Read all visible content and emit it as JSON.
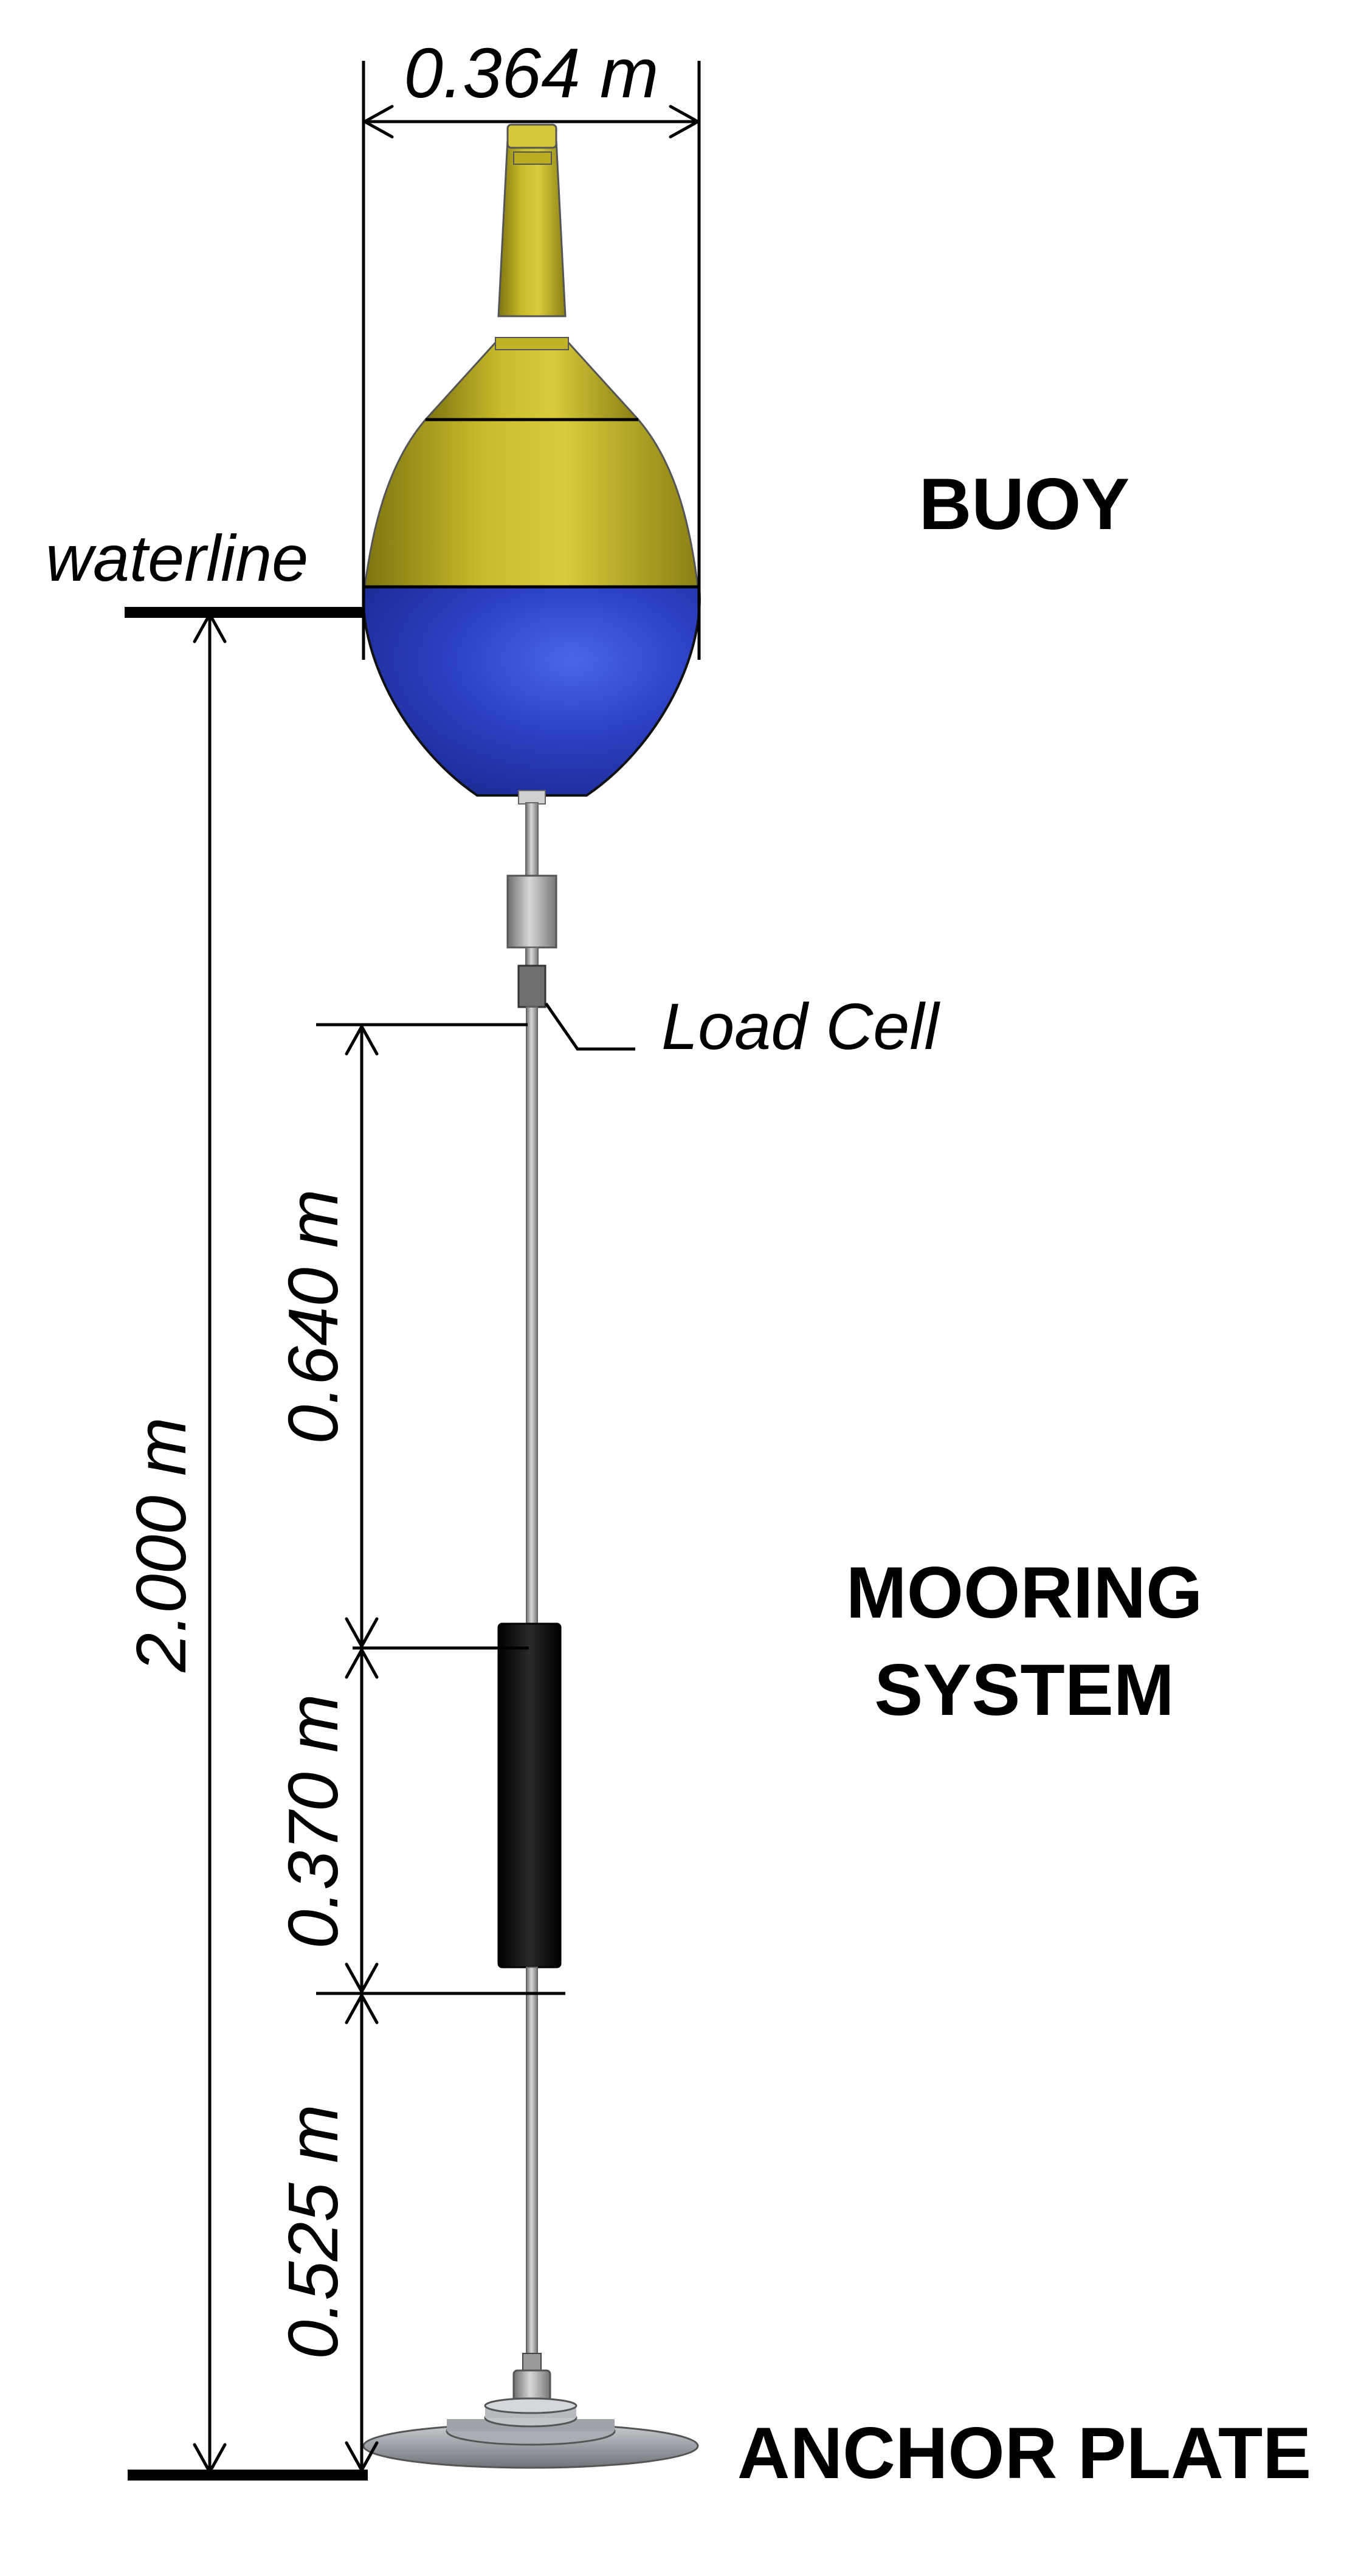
{
  "labels": {
    "buoy": "BUOY",
    "mooring_line1": "MOORING",
    "mooring_line2": "SYSTEM",
    "anchor_plate": "ANCHOR PLATE",
    "waterline": "waterline",
    "load_cell": "Load Cell"
  },
  "dimensions": {
    "buoy_diameter": "0.364 m",
    "total_depth": "2.000 m",
    "upper_rod": "0.640 m",
    "float_length": "0.370 m",
    "lower_rod": "0.525 m"
  },
  "colors": {
    "buoy_top": "#b5a81c",
    "buoy_bottom": "#2a3fbf",
    "rod": "#a9a9a9",
    "float": "#0a0a0a",
    "plate": "#8a8f96"
  }
}
